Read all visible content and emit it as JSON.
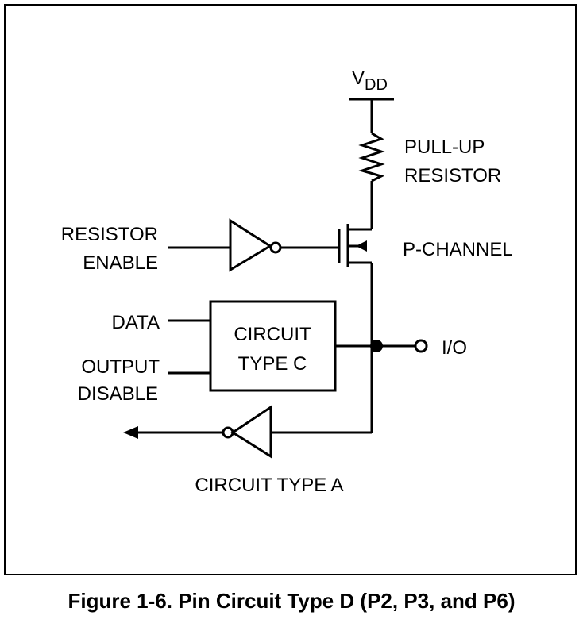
{
  "labels": {
    "vdd_main": "V",
    "vdd_sub": "DD",
    "pullup_line1": "PULL-UP",
    "pullup_line2": "RESISTOR",
    "resistor_enable_line1": "RESISTOR",
    "resistor_enable_line2": "ENABLE",
    "p_channel": "P-CHANNEL",
    "data": "DATA",
    "output_disable_line1": "OUTPUT",
    "output_disable_line2": "DISABLE",
    "circuit_c_line1": "CIRCUIT",
    "circuit_c_line2": "TYPE C",
    "io": "I/O",
    "circuit_type_a": "CIRCUIT TYPE A"
  },
  "caption": "Figure 1-6. Pin Circuit Type D (P2, P3, and P6)"
}
